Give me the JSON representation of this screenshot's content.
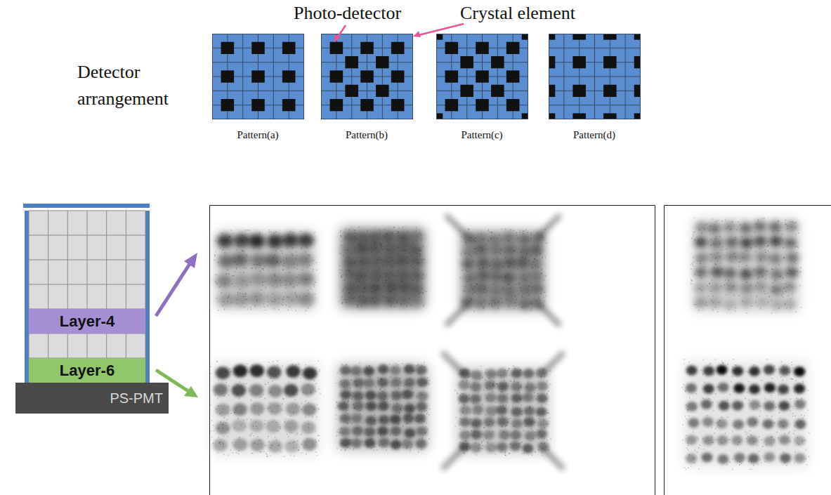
{
  "diagram": {
    "nodes": [
      {
        "text": [
          "Layer-4"
        ]
      },
      {
        "text": [
          "Layer-6"
        ]
      },
      {
        "text": [
          "PS-PMT"
        ]
      }
    ],
    "labels": [
      "Photo-detector",
      "Crystal element",
      "Detector arrangement",
      "Pattern(a)",
      "Pattern(b)",
      "Pattern(c)",
      "Pattern(d)"
    ]
  }
}
